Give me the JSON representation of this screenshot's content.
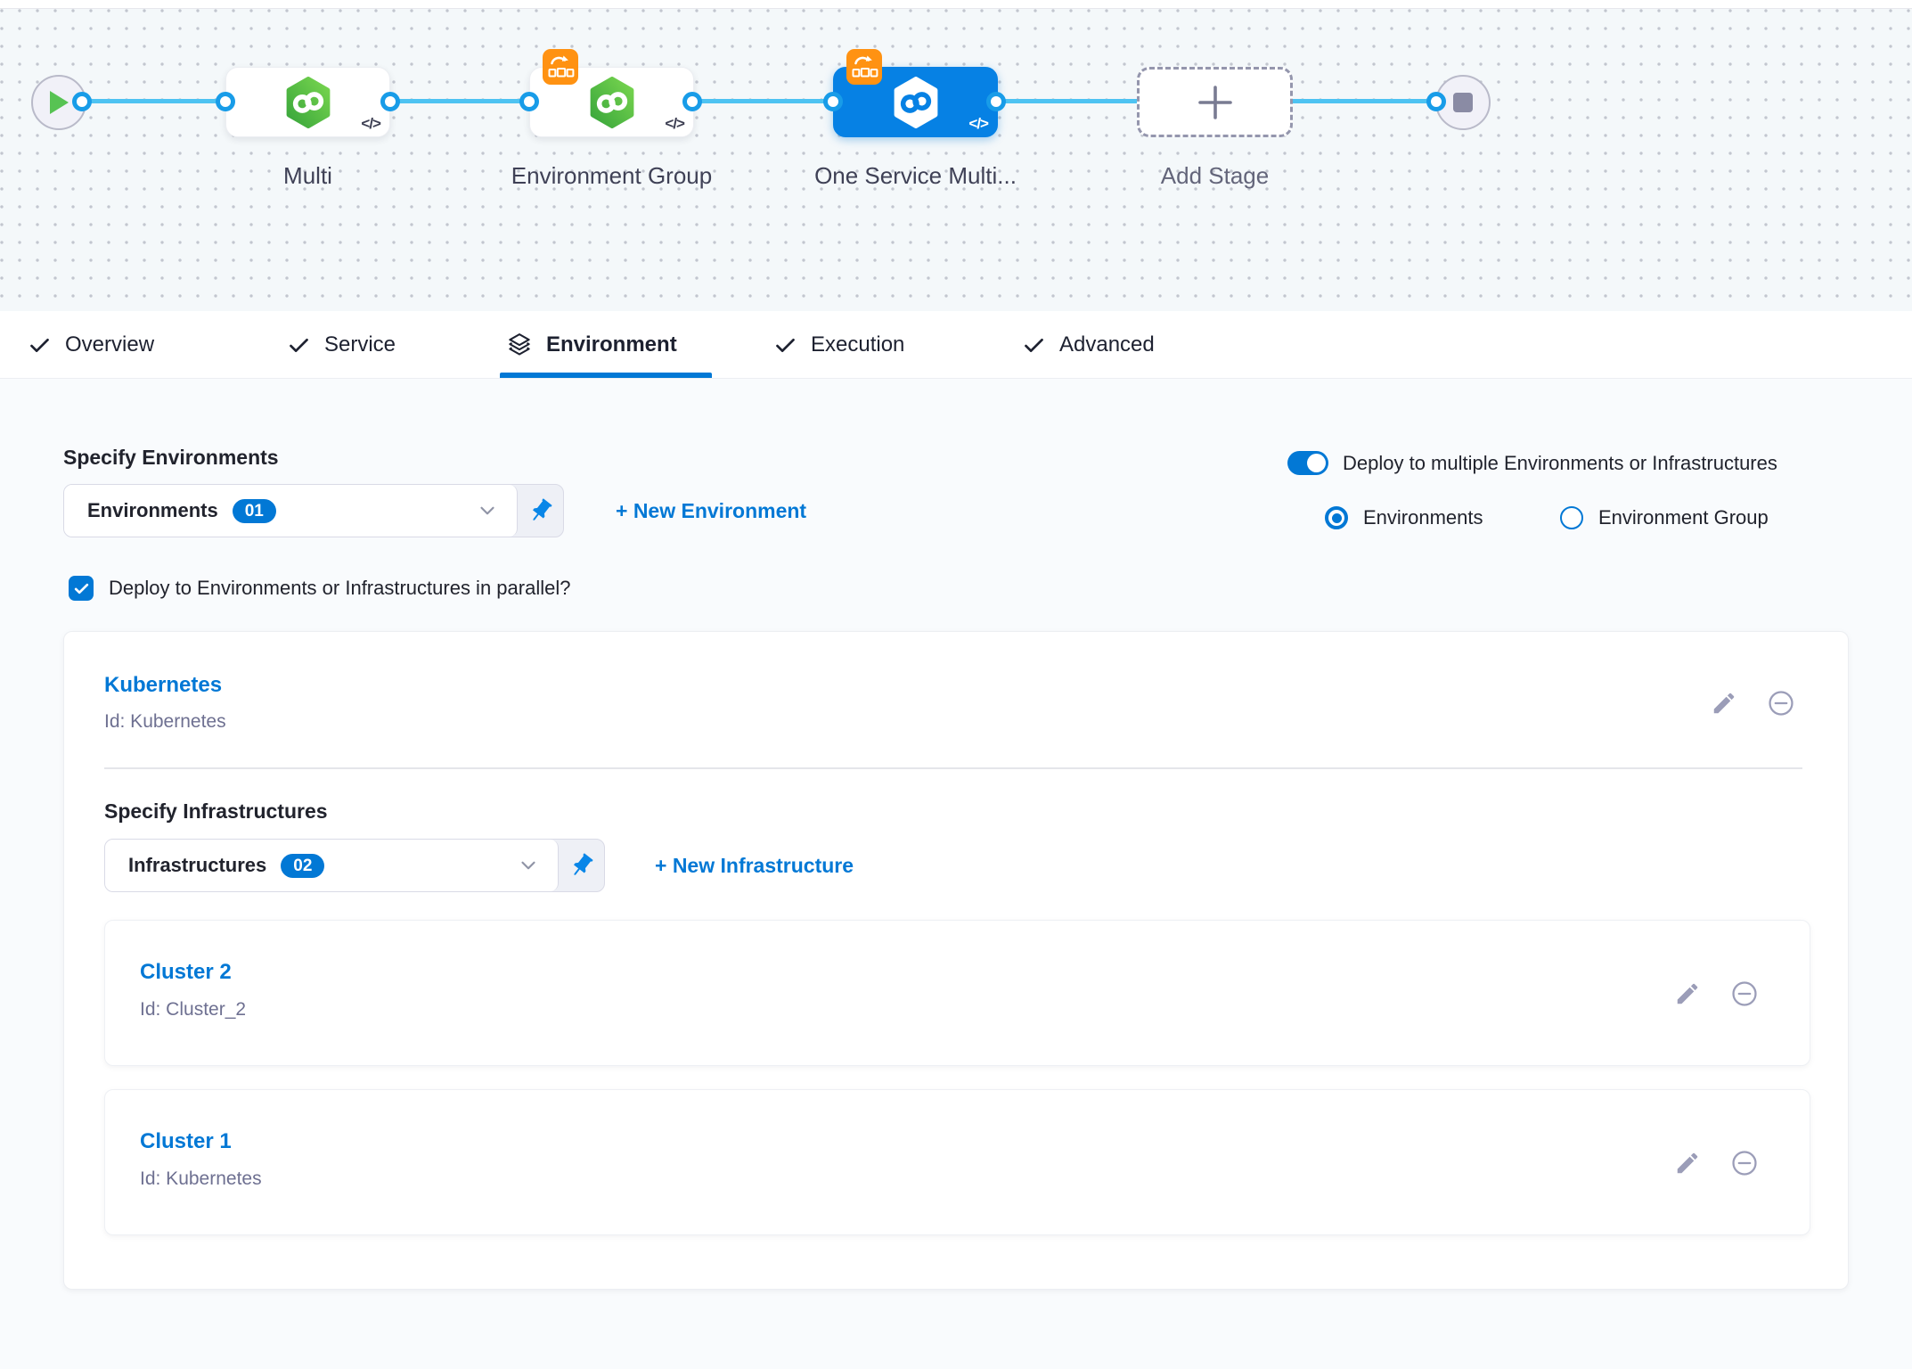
{
  "pipeline": {
    "stages": [
      {
        "label": "Multi",
        "code_glyph": "</>"
      },
      {
        "label": "Environment Group",
        "code_glyph": "</>"
      },
      {
        "label": "One Service Multi...",
        "code_glyph": "</>"
      },
      {
        "label": "Add Stage"
      }
    ]
  },
  "tabs": {
    "items": [
      {
        "label": "Overview"
      },
      {
        "label": "Service"
      },
      {
        "label": "Environment"
      },
      {
        "label": "Execution"
      },
      {
        "label": "Advanced"
      }
    ],
    "active": "Environment"
  },
  "environment_tab": {
    "specify_environments_label": "Specify Environments",
    "environments_dropdown": {
      "label": "Environments",
      "count": "01"
    },
    "new_environment_link": "+ New Environment",
    "deploy_multiple_toggle_label": "Deploy to multiple Environments or Infrastructures",
    "radio_environments_label": "Environments",
    "radio_environment_group_label": "Environment Group",
    "parallel_checkbox_label": "Deploy to Environments or Infrastructures in parallel?",
    "environment_card": {
      "title": "Kubernetes",
      "id": "Id: Kubernetes"
    },
    "specify_infrastructures_label": "Specify Infrastructures",
    "infrastructures_dropdown": {
      "label": "Infrastructures",
      "count": "02"
    },
    "new_infrastructure_link": "+ New Infrastructure",
    "infrastructure_cards": [
      {
        "title": "Cluster 2",
        "id": "Id: Cluster_2"
      },
      {
        "title": "Cluster 1",
        "id": "Id: Kubernetes"
      }
    ]
  },
  "colors": {
    "primary_blue": "#0278d5",
    "selected_node_blue": "#0681e4",
    "connector_blue": "#4ec3f2",
    "service_green": "#42ab45",
    "badge_orange": "#ff9212"
  }
}
